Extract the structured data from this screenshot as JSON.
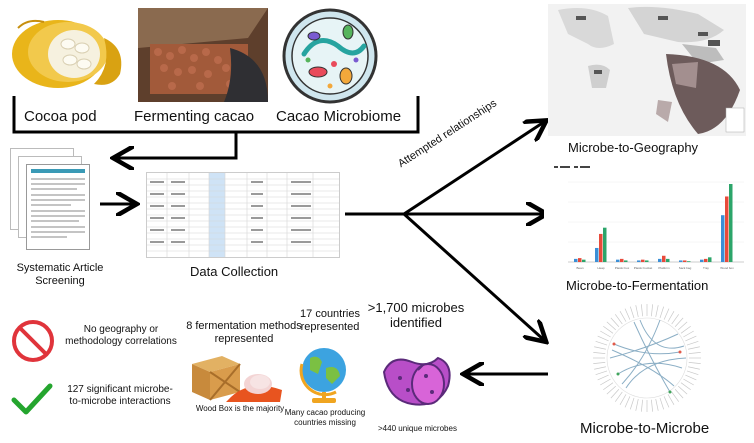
{
  "top": {
    "cocoa_pod": "Cocoa pod",
    "fermenting": "Fermenting cacao",
    "microbiome": "Cacao Microbiome"
  },
  "pipeline": {
    "screening_line1": "Systematic Article",
    "screening_line2": "Screening",
    "data_collection": "Data Collection",
    "attempted": "Attempted relationships"
  },
  "right": {
    "geo": "Microbe-to-Geography",
    "ferm": "Microbe-to-Fermentation",
    "microbe": "Microbe-to-Microbe",
    "ferm_chart_categories": [
      "Bean",
      "Heap",
      "Plastic box",
      "Plastic bucket",
      "Platform",
      "Sack bag",
      "Tray",
      "Wood box"
    ]
  },
  "findings": {
    "no_corr_line1": "No geography or",
    "no_corr_line2": "methodology correlations",
    "sig_line1": "127 significant microbe-",
    "sig_line2": "to-microbe interactions",
    "methods_line1": "8 fermentation methods",
    "methods_line2": "represented",
    "woodbox": "Wood Box is the majority",
    "countries_line1": "17 countries",
    "countries_line2": "represented",
    "missing_line1": "Many cacao producing",
    "missing_line2": "countries missing",
    "microbes_line1": ">1,700 microbes",
    "microbes_line2": "identified",
    "unique": ">440 unique microbes"
  },
  "colors": {
    "pod_yellow": "#e9b51a",
    "bean_brown": "#8b4a2a",
    "no_red": "#e0343b",
    "check_green": "#24a52e",
    "arrow": "#000000"
  }
}
